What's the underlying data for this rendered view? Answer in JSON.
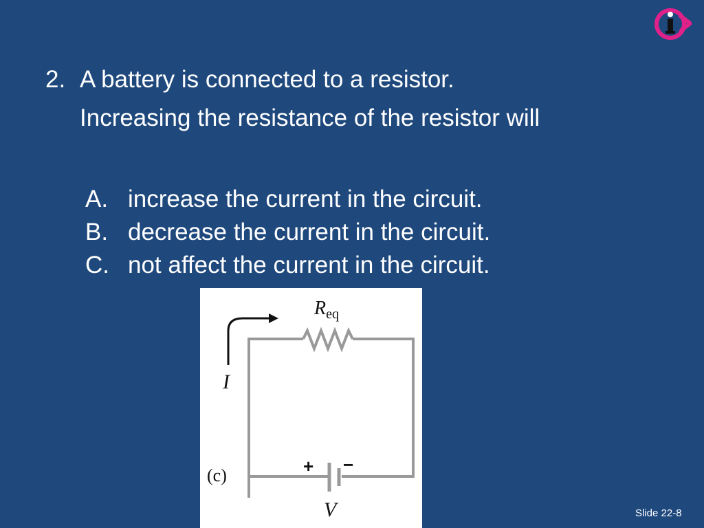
{
  "question": {
    "number": "2.",
    "text_line1": "A battery is connected to a resistor.",
    "text_line2": "Increasing the resistance of the resistor will"
  },
  "choices": [
    {
      "letter": "A.",
      "text": "increase the current in the circuit."
    },
    {
      "letter": "B.",
      "text": "decrease the current in the circuit."
    },
    {
      "letter": "C.",
      "text": "not affect the current in the circuit."
    }
  ],
  "figure": {
    "resistor_label_main": "R",
    "resistor_label_sub": "eq",
    "current_label": "I",
    "panel_label": "(c)",
    "plus_sign": "+",
    "minus_sign": "−",
    "voltage_label": "V"
  },
  "footer": {
    "slide_number": "Slide 22-8"
  },
  "colors": {
    "background": "#1f497d",
    "text": "#ffffff",
    "wire": "#999999",
    "logo_accent": "#e0218a"
  }
}
